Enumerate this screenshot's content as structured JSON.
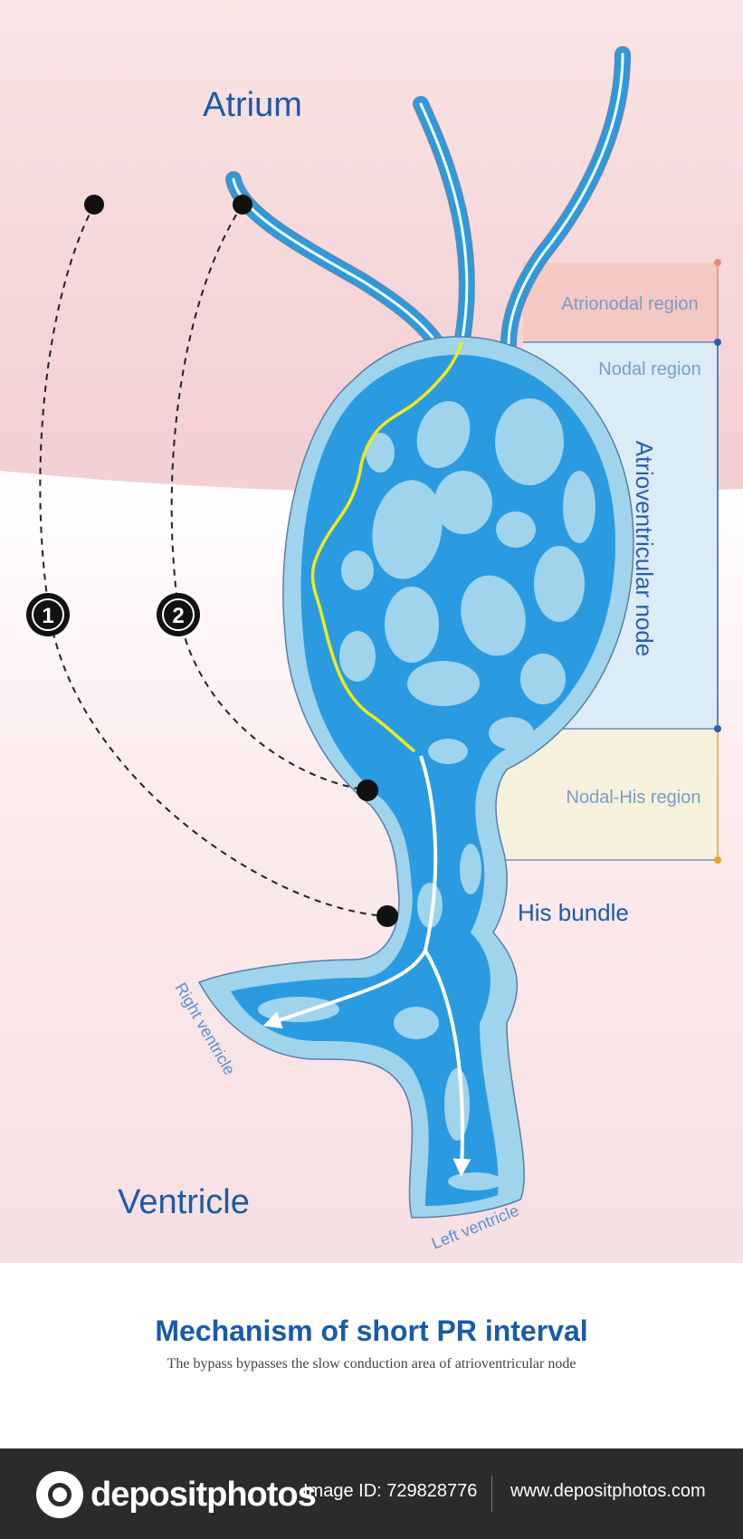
{
  "labels": {
    "atrium": "Atrium",
    "ventricle": "Ventricle",
    "his_bundle": "His bundle",
    "right_ventricle": "Right ventricle",
    "left_ventricle": "Left ventricle",
    "av_node": "Atrioventricular node"
  },
  "regions": [
    {
      "label": "Atrionodal region",
      "color": "#f5c9c3",
      "text_color": "#7a9cc8"
    },
    {
      "label": "Nodal region",
      "color": "#dcecf7",
      "text_color": "#7a9cc8"
    },
    {
      "label": "Nodal-His region",
      "color": "#f6f1dc",
      "text_color": "#7a9cc8"
    }
  ],
  "pathways": [
    {
      "number": "1"
    },
    {
      "number": "2"
    }
  ],
  "caption": {
    "title": "Mechanism of short PR interval",
    "subtitle": "The bypass bypasses the slow conduction area of atrioventricular node"
  },
  "footer": {
    "brand": "depositphotos",
    "image_id": "Image ID: 729828776",
    "site": "www.depositphotos.com"
  },
  "colors": {
    "atrium_bg": "#f5d3d6",
    "ventricle_bg": "#f9e8ea",
    "node_dark": "#2a9be0",
    "node_light": "#9fd4ec",
    "bypass": "#f2ea1a",
    "label_blue": "#1a5aa8",
    "footer_bg": "#2b2b2b"
  }
}
